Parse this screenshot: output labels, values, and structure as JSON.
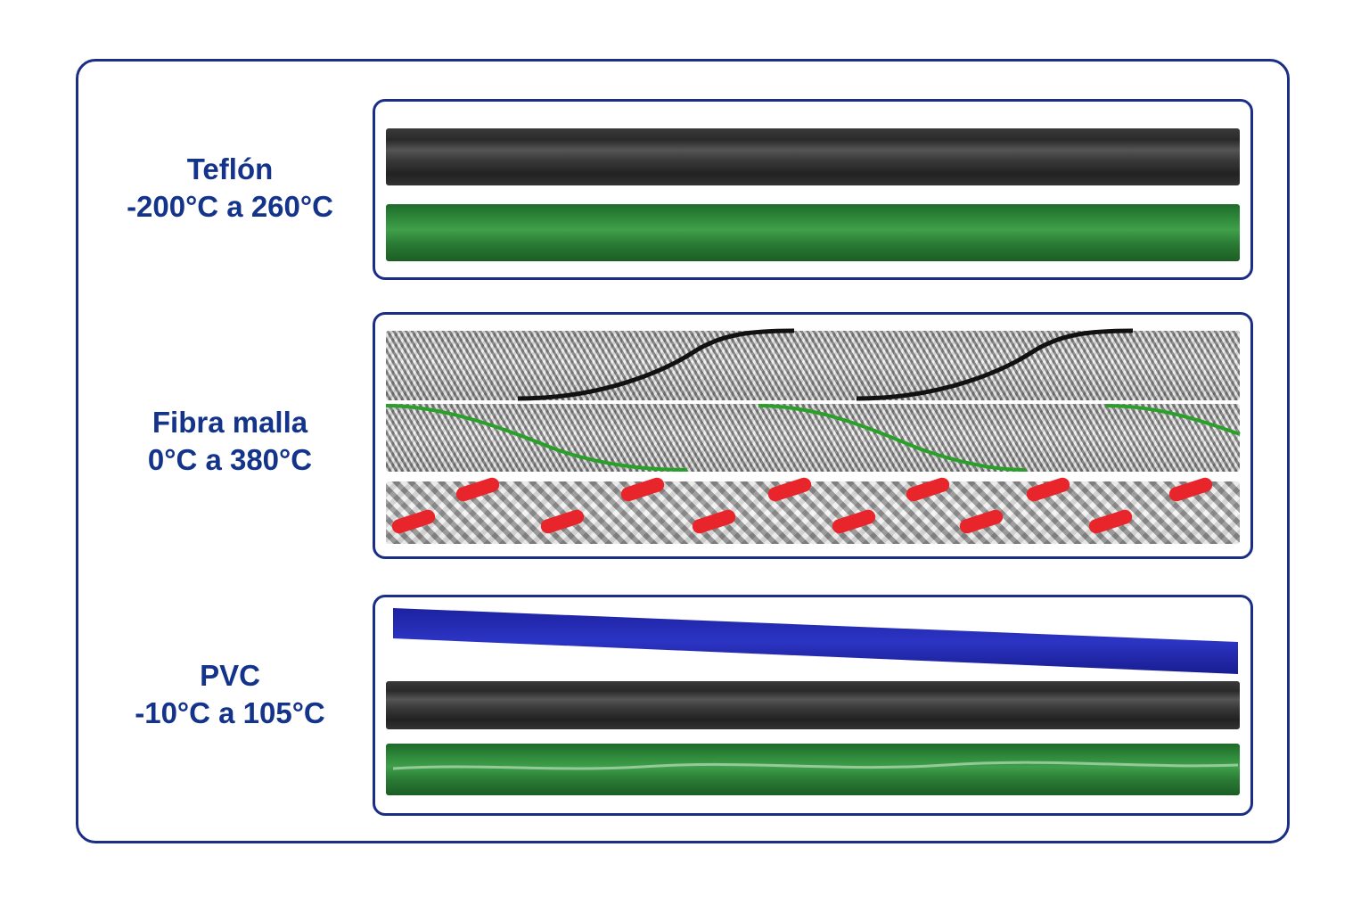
{
  "sections": [
    {
      "title": "Teflón",
      "range": "-200°C a 260°C"
    },
    {
      "title": "Fibra malla",
      "range": "0°C a 380°C"
    },
    {
      "title": "PVC",
      "range": "-10°C a 105°C"
    }
  ],
  "colors": {
    "border": "#1a2e86",
    "text": "#14338a",
    "cable_black": "#2d2d2d",
    "cable_green": "#2f8a3a",
    "cable_blue": "#2228b0",
    "tracer_red": "#e8252a",
    "braid_silver": "#c4c4c4"
  }
}
